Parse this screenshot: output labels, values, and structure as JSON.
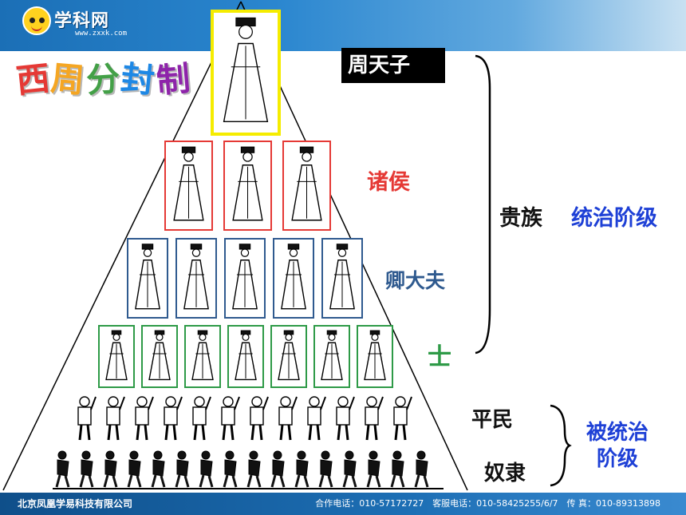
{
  "header": {
    "logo_name": "学科网",
    "logo_url": "www.zxxk.com",
    "title_chars": [
      "西",
      "周",
      "分",
      "封",
      "制"
    ]
  },
  "hierarchy": {
    "emperor": "周天子",
    "feudal_lords": "诸侯",
    "ministers": "卿大夫",
    "scholars": "士",
    "commoners": "平民",
    "slaves": "奴隶"
  },
  "groups": {
    "nobility": "贵族",
    "ruling_class": "统治阶级",
    "ruled_class": "被统治阶级"
  },
  "footer": {
    "company": "北京凤凰学易科技有限公司",
    "contact": "合作电话：010-57172727　客服电话：010-58425255/6/7　传 真：010-89313898"
  },
  "colors": {
    "emperor_frame": "#f5ec00",
    "lords_frame": "#e53935",
    "ministers_frame": "#2f5a8f",
    "scholars_frame": "#2e9a47",
    "ruling_text": "#1e40d6"
  }
}
